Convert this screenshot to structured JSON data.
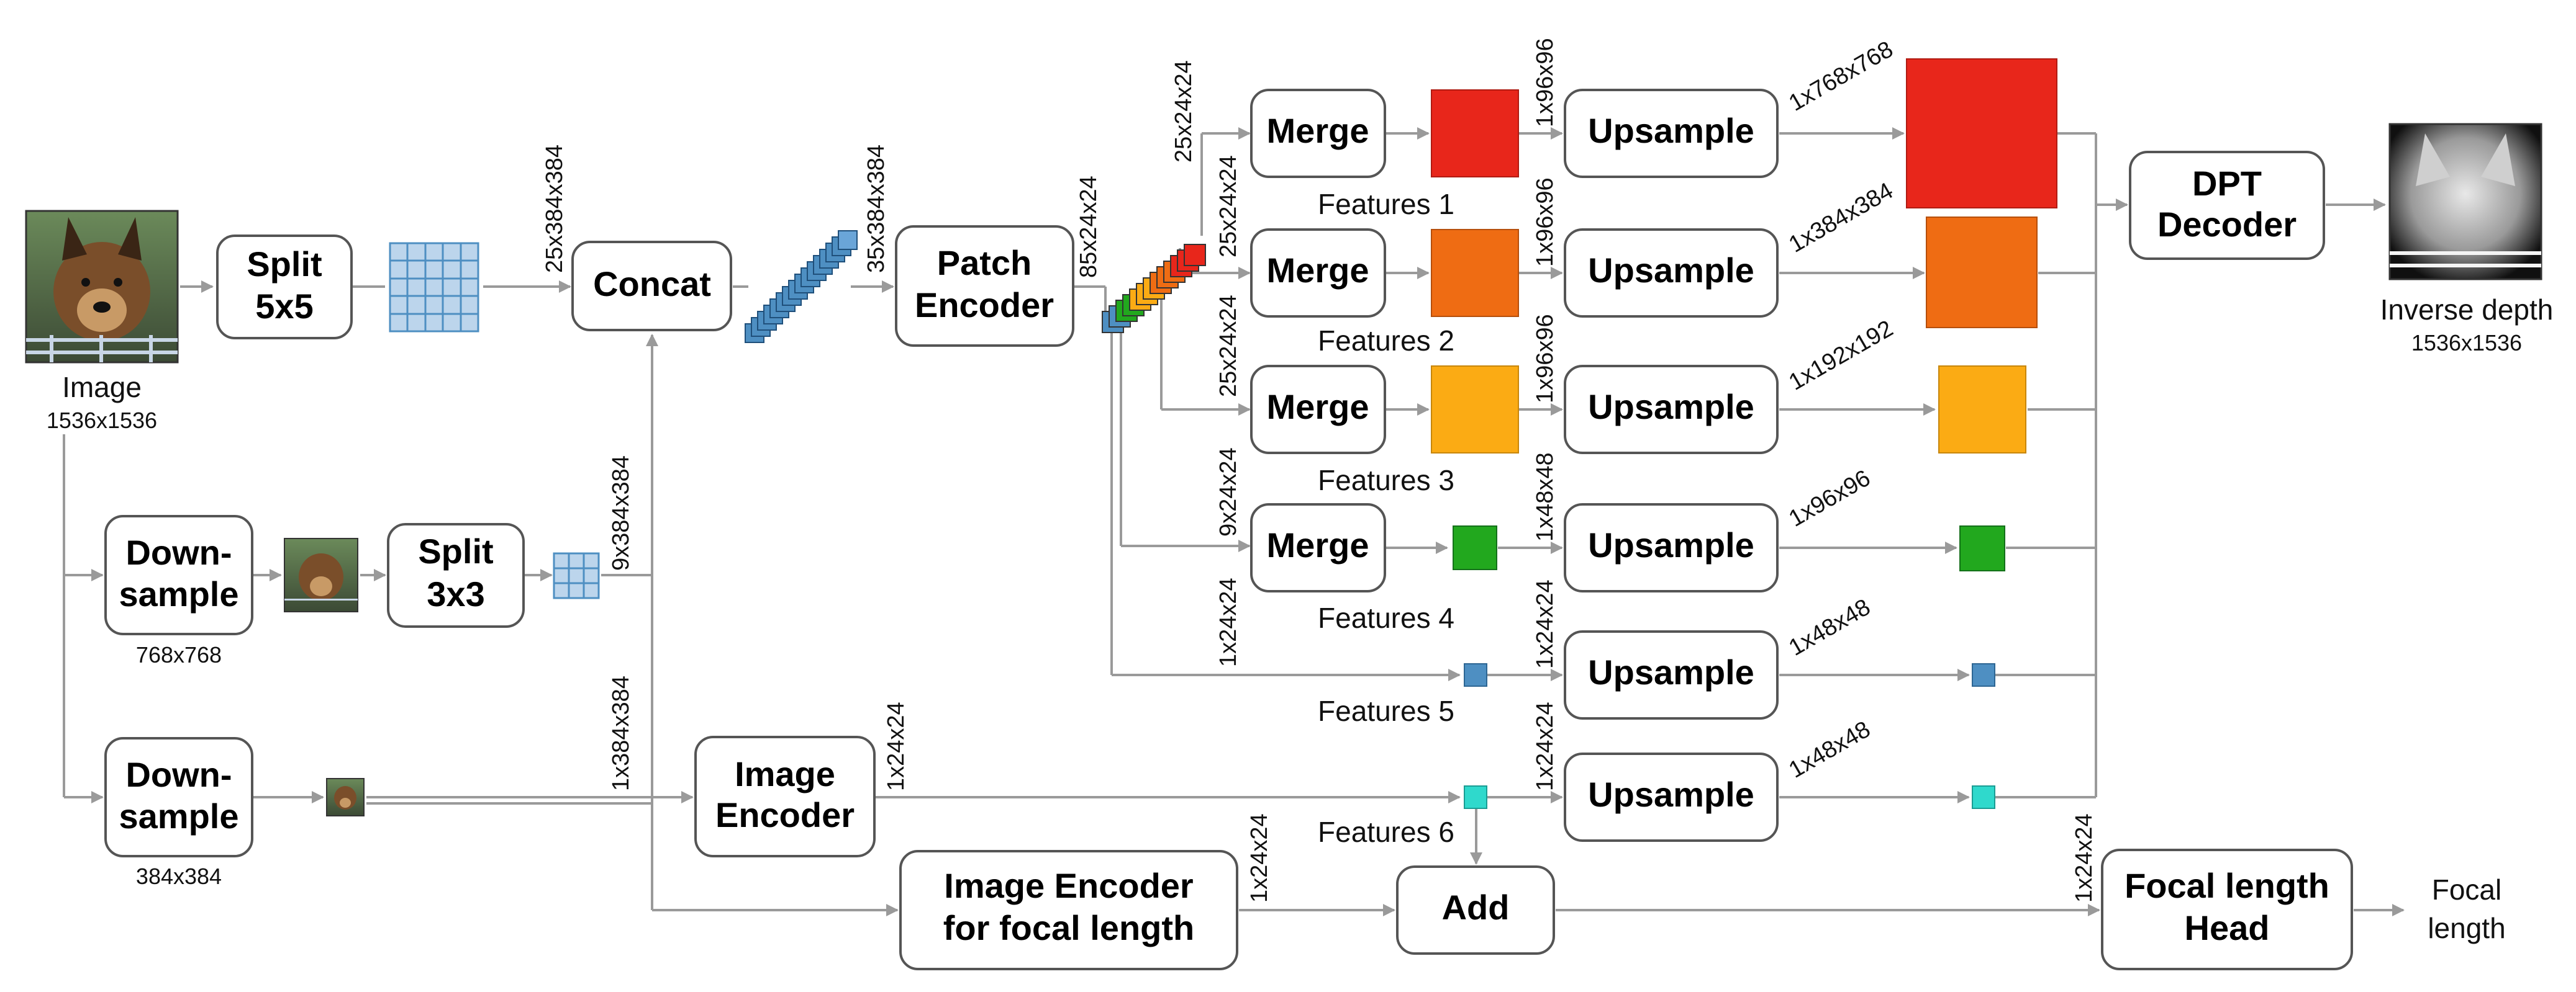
{
  "colors": {
    "feature_1": "#e8261b",
    "feature_2": "#ef6c13",
    "feature_3": "#fbab14",
    "feature_4": "#22a81e",
    "feature_5": "#4e8fc2",
    "feature_6": "#2fd9cc",
    "patch_blue": "#6aa5d8",
    "connector": "#9a9a9a"
  },
  "blocks": {
    "split_5x5": [
      "Split",
      "5x5"
    ],
    "concat": "Concat",
    "patch_encoder": [
      "Patch",
      "Encoder"
    ],
    "downsample_1": [
      "Down-",
      "sample"
    ],
    "split_3x3": [
      "Split",
      "3x3"
    ],
    "downsample_2": [
      "Down-",
      "sample"
    ],
    "image_encoder": [
      "Image",
      "Encoder"
    ],
    "focal_encoder": [
      "Image Encoder",
      "for focal length"
    ],
    "add": "Add",
    "focal_head": [
      "Focal length",
      "Head"
    ],
    "dpt_decoder": [
      "DPT",
      "Decoder"
    ],
    "merge": "Merge",
    "upsample": "Upsample"
  },
  "captions": {
    "input_image": "Image",
    "input_size": "1536x1536",
    "down1_size": "768x768",
    "down2_size": "384x384",
    "output": "Inverse depth",
    "output_size": "1536x1536",
    "focal_output": [
      "Focal",
      "length"
    ]
  },
  "features": [
    "Features 1",
    "Features 2",
    "Features 3",
    "Features 4",
    "Features 5",
    "Features 6"
  ],
  "dims": {
    "split5_out": "25x384x384",
    "concat_out": "35x384x384",
    "split3_out": "9x384x384",
    "down2_out": "1x384x384",
    "patch_out": "85x24x24",
    "merge1_in": "25x24x24",
    "merge2_in": "25x24x24",
    "merge3_in": "25x24x24",
    "merge4_in": "9x24x24",
    "feat5_in": "1x24x24",
    "image_enc_out": "1x24x24",
    "focal_enc_out": "1x24x24",
    "add_out": "1x24x24",
    "up_in_1": "1x96x96",
    "up_in_2": "1x96x96",
    "up_in_3": "1x96x96",
    "up_in_4": "1x48x48",
    "up_in_5": "1x24x24",
    "up_in_6": "1x24x24",
    "up_out_1": "1x768x768",
    "up_out_2": "1x384x384",
    "up_out_3": "1x192x192",
    "up_out_4": "1x96x96",
    "up_out_5": "1x48x48",
    "up_out_6": "1x48x48"
  },
  "icons": {
    "input_photo": "dog-photo-icon",
    "output_depth": "depth-map-icon",
    "patch_grid": "patch-grid-icon",
    "patch_stack": "patch-stack-icon"
  }
}
